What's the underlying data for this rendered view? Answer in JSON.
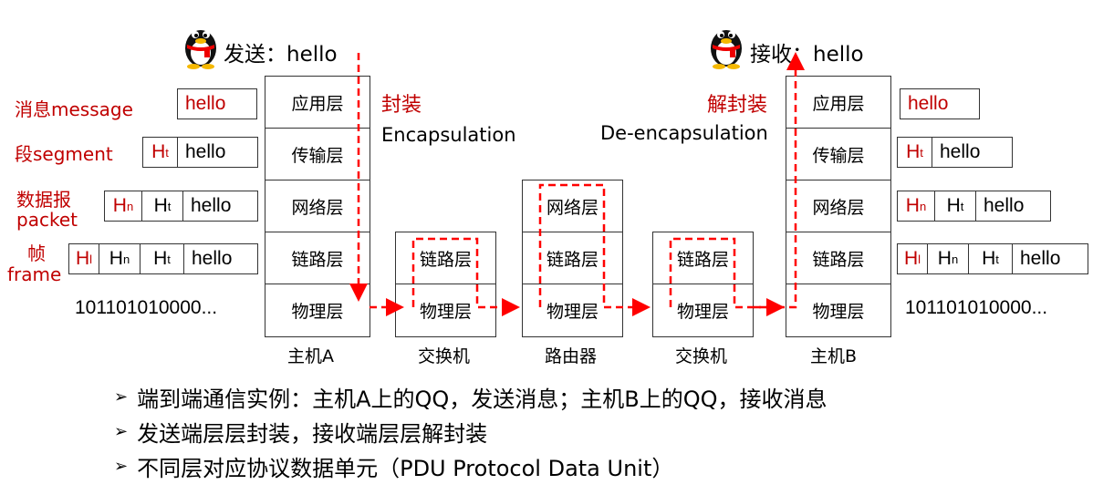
{
  "sender": {
    "text": "发送：hello",
    "icon": "qq-penguin-icon"
  },
  "receiver": {
    "text": "接收：hello",
    "icon": "qq-penguin-icon"
  },
  "encap": {
    "cn": "封装",
    "en": "Encapsulation"
  },
  "decap": {
    "cn": "解封装",
    "en": "De-encapsulation"
  },
  "layers": {
    "app": "应用层",
    "transport": "传输层",
    "network": "网络层",
    "link": "链路层",
    "physical": "物理层"
  },
  "devices": {
    "hostA": "主机A",
    "switch1": "交换机",
    "router": "路由器",
    "switch2": "交换机",
    "hostB": "主机B"
  },
  "pdu_labels": {
    "message": "消息message",
    "segment": "段segment",
    "packet_cn": "数据报",
    "packet_en": "packet",
    "frame_cn": "帧",
    "frame_en": "frame"
  },
  "pdu": {
    "hello": "hello",
    "H": "H",
    "t": "t",
    "n": "n",
    "l": "l",
    "bits": "101101010000..."
  },
  "bullets": [
    "端到端通信实例：主机A上的QQ，发送消息；主机B上的QQ，接收消息",
    "发送端层层封装，接收端层层解封装",
    "不同层对应协议数据单元（PDU Protocol Data Unit）"
  ],
  "bullet_icon": "arrow-bullet-icon",
  "colors": {
    "red": "#c00000",
    "arrow": "#ff0000"
  }
}
